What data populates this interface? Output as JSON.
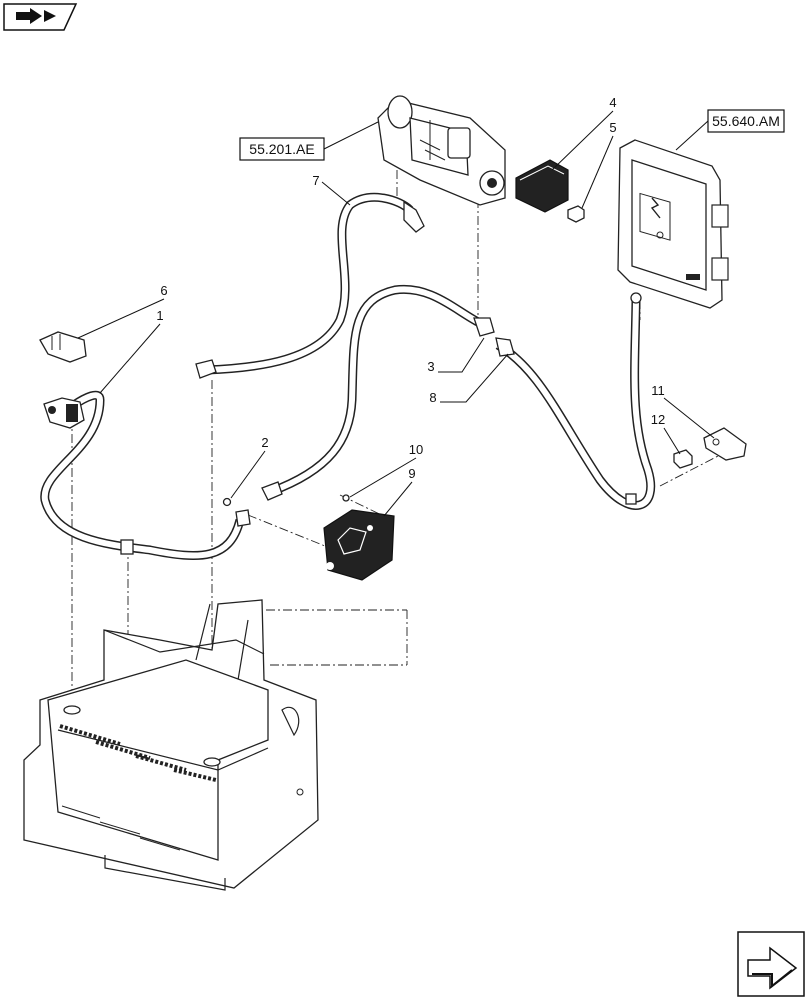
{
  "diagram": {
    "references": [
      {
        "id": "ref-starter",
        "label": "55.201.AE"
      },
      {
        "id": "ref-controller",
        "label": "55.640.AM"
      }
    ],
    "callouts": [
      {
        "id": "1",
        "label": "1"
      },
      {
        "id": "2",
        "label": "2"
      },
      {
        "id": "3",
        "label": "3"
      },
      {
        "id": "4",
        "label": "4"
      },
      {
        "id": "5",
        "label": "5"
      },
      {
        "id": "6",
        "label": "6"
      },
      {
        "id": "7",
        "label": "7"
      },
      {
        "id": "8",
        "label": "8"
      },
      {
        "id": "9",
        "label": "9"
      },
      {
        "id": "10",
        "label": "10"
      },
      {
        "id": "11",
        "label": "11"
      },
      {
        "id": "12",
        "label": "12"
      }
    ],
    "icons": {
      "top_left": "book-arrow-icon",
      "bottom_right": "next-page-arrow-icon"
    }
  }
}
